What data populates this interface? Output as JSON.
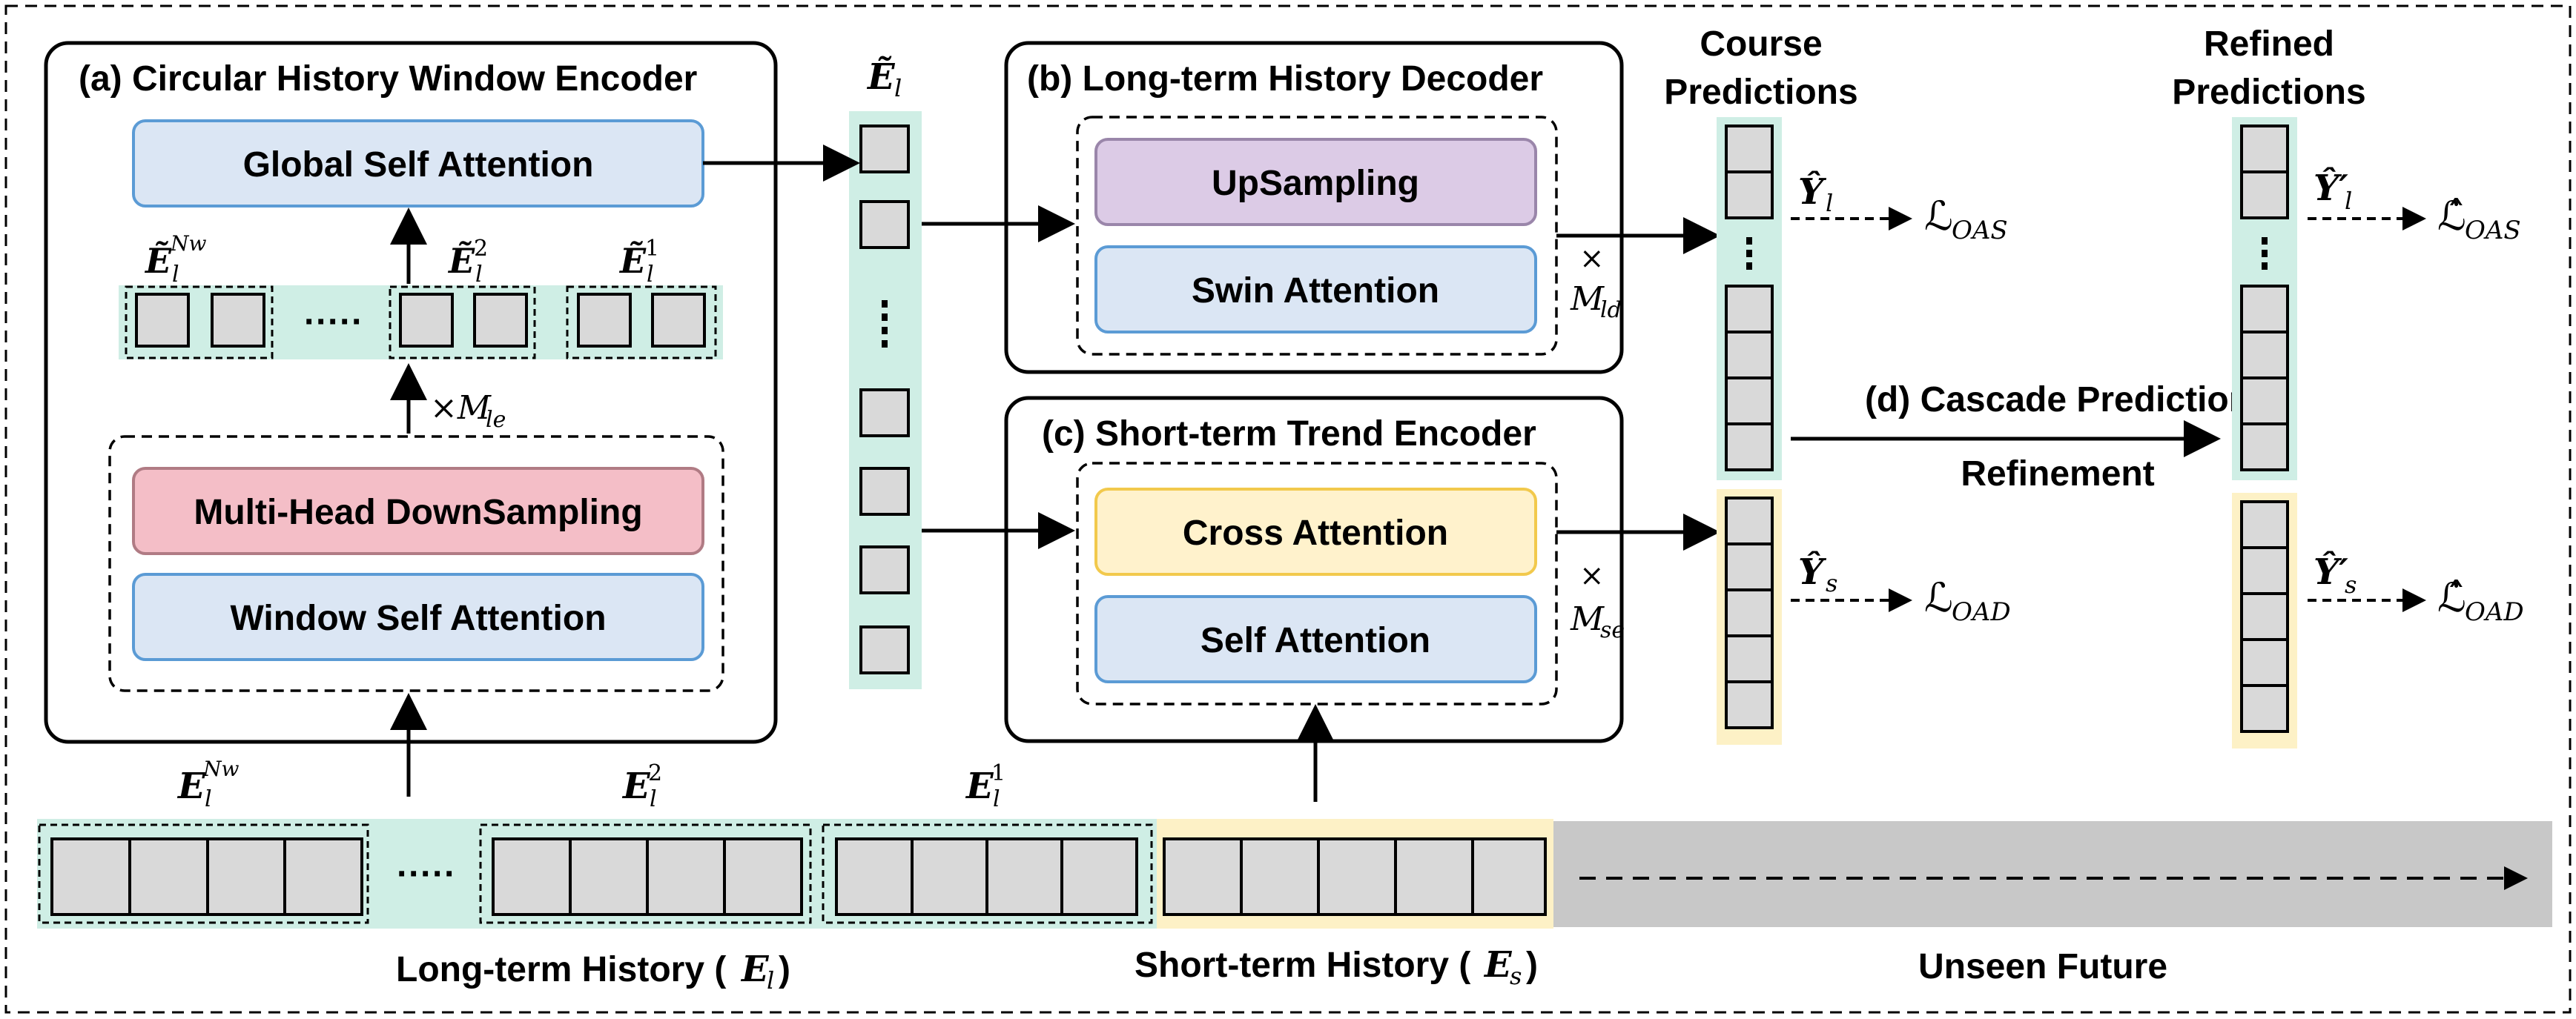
{
  "panels": {
    "a_title": "(a) Circular History Window Encoder",
    "b_title": "(b) Long-term History Decoder",
    "c_title": "(c) Short-term Trend Encoder",
    "d_title_line1": "(d) Cascade Prediction",
    "d_title_line2": "Refinement"
  },
  "blocks": {
    "global_self_attention": "Global Self Attention",
    "multi_head_downsampling": "Multi-Head DownSampling",
    "window_self_attention": "Window Self Attention",
    "upsampling": "UpSampling",
    "swin_attention": "Swin Attention",
    "cross_attention": "Cross Attention",
    "self_attention": "Self Attention"
  },
  "symbols": {
    "E_tilde_l": "Ẽ",
    "E_tilde_l_sub": "l",
    "E_tilde_Nw": "Ẽ",
    "E_tilde_Nw_sub": "l",
    "E_tilde_Nw_sup": "Nw",
    "E_tilde_2": "Ẽ",
    "E_tilde_2_sub": "l",
    "E_tilde_2_sup": "2",
    "E_tilde_1": "Ẽ",
    "E_tilde_1_sub": "l",
    "E_tilde_1_sup": "1",
    "E_Nw": "E",
    "E_Nw_sub": "l",
    "E_Nw_sup": "Nw",
    "E_2": "E",
    "E_2_sub": "l",
    "E_2_sup": "2",
    "E_1": "E",
    "E_1_sub": "l",
    "E_1_sup": "1",
    "times_M_le": "×M",
    "times_M_le_sub": "le",
    "times_ld": "×",
    "M_ld": "M",
    "M_ld_sub": "ld",
    "times_se": "×",
    "M_se": "M",
    "M_se_sub": "se",
    "Y_hat_l": "Ŷ",
    "Y_hat_l_sub": "l",
    "Y_hat_s": "Ŷ",
    "Y_hat_s_sub": "s",
    "Y_hat_l_prime": "Ŷ′",
    "Y_hat_l_prime_sub": "l",
    "Y_hat_s_prime": "Ŷ′",
    "Y_hat_s_prime_sub": "s",
    "L_OAS": "ℒ",
    "L_OAS_sub": "OAS",
    "L_OAD": "ℒ",
    "L_OAD_sub": "OAD",
    "L_hat_OAS": "ℒ̂",
    "L_hat_OAS_sub": "OAS",
    "L_hat_OAD": "ℒ̂",
    "L_hat_OAD_sub": "OAD",
    "dots": "·····"
  },
  "headers": {
    "course_predictions_line1": "Course",
    "course_predictions_line2": "Predictions",
    "refined_predictions_line1": "Refined",
    "refined_predictions_line2": "Predictions"
  },
  "timeline": {
    "long_term_history": "Long-term History (",
    "long_term_history_sym": "E",
    "long_term_history_sub": "l",
    "short_term_history": "Short-term History (",
    "short_term_history_sym": "E",
    "short_term_history_sub": "s",
    "close_paren": ")",
    "unseen_future": "Unseen Future"
  },
  "colors": {
    "teal": "#cfeee5",
    "yellow": "#fdf1c6",
    "blue_fill": "#dbe6f4",
    "blue_stroke": "#5b9bd5",
    "pink_fill": "#f4bec7",
    "pink_stroke": "#b07b84",
    "purple_fill": "#dccbe6",
    "purple_stroke": "#9a86aa",
    "yellow_fill": "#fff2cc",
    "yellow_stroke": "#f2c94c",
    "cell_gray": "#d9d9d9",
    "future_gray": "#c8c8c8"
  }
}
